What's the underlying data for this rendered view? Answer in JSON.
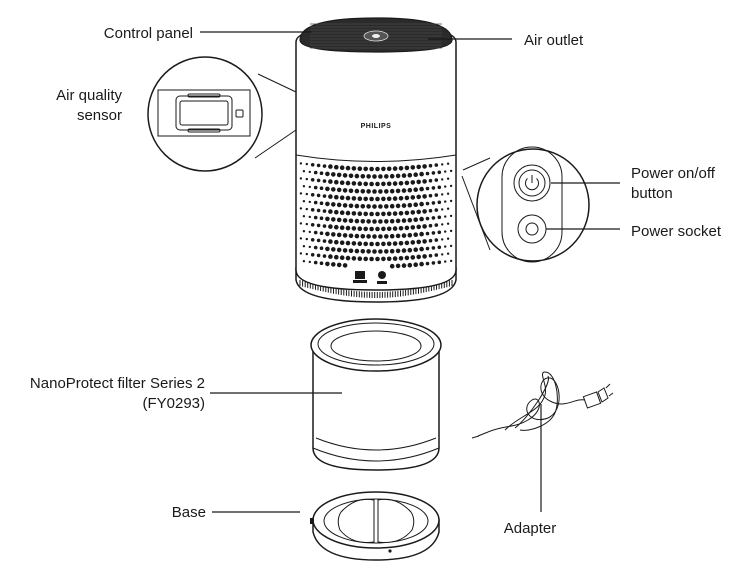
{
  "labels": {
    "control_panel": "Control panel",
    "air_outlet": "Air outlet",
    "air_quality_sensor_line1": "Air quality",
    "air_quality_sensor_line2": "sensor",
    "power_button_line1": "Power on/off",
    "power_button_line2": "button",
    "power_socket": "Power socket",
    "filter_line1": "NanoProtect filter Series 2",
    "filter_line2": "(FY0293)",
    "base": "Base",
    "adapter": "Adapter"
  },
  "brand": "PHILIPS",
  "colors": {
    "ink": "#1a1a1a",
    "background": "#ffffff"
  }
}
